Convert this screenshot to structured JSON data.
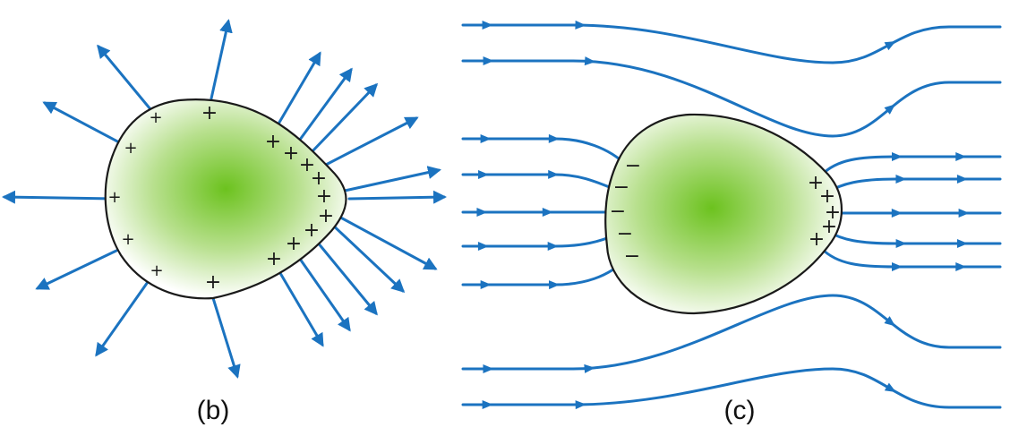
{
  "panels": [
    {
      "id": "b",
      "caption": "(b)"
    },
    {
      "id": "c",
      "caption": "(c)"
    }
  ],
  "signs": {
    "positive": "+",
    "negative": "−"
  },
  "colors": {
    "field_line": "#1b73c0",
    "conductor_outline": "#1a1a1a",
    "conductor_center": "#6cc21e",
    "conductor_edge": "#ffffff"
  }
}
